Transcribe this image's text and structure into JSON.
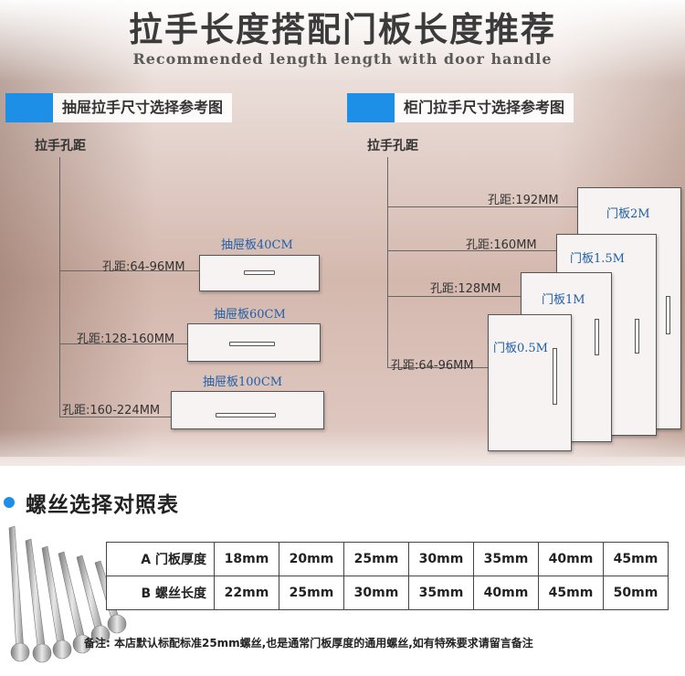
{
  "header": {
    "title": "拉手长度搭配门板长度推荐",
    "subtitle": "Recommended length length with door handle"
  },
  "drawer_section": {
    "heading": "抽屉拉手尺寸选择参考图",
    "axis_label": "拉手孔距",
    "items": [
      {
        "name": "抽屉板40CM",
        "spacing": "孔距:64-96MM"
      },
      {
        "name": "抽屉板60CM",
        "spacing": "孔距:128-160MM"
      },
      {
        "name": "抽屉板100CM",
        "spacing": "孔距:160-224MM"
      }
    ]
  },
  "door_section": {
    "heading": "柜门拉手尺寸选择参考图",
    "axis_label": "拉手孔距",
    "items": [
      {
        "name": "门板2M",
        "spacing": "孔距:192MM"
      },
      {
        "name": "门板1.5M",
        "spacing": "孔距:160MM"
      },
      {
        "name": "门板1M",
        "spacing": "孔距:128MM"
      },
      {
        "name": "门板0.5M",
        "spacing": "孔距:64-96MM"
      }
    ]
  },
  "screw_section": {
    "title": "螺丝选择对照表",
    "rows": [
      {
        "header": "A 门板厚度",
        "values": [
          "18mm",
          "20mm",
          "25mm",
          "30mm",
          "35mm",
          "40mm",
          "45mm"
        ]
      },
      {
        "header": "B 螺丝长度",
        "values": [
          "22mm",
          "25mm",
          "30mm",
          "35mm",
          "40mm",
          "45mm",
          "50mm"
        ]
      }
    ],
    "note": "备注: 本店默认标配标准25mm螺丝,也是通常门板厚度的通用螺丝,如有特殊要求请留言备注"
  },
  "colors": {
    "accent_blue": "#1e8fe6",
    "label_blue": "#1f5fa8"
  }
}
